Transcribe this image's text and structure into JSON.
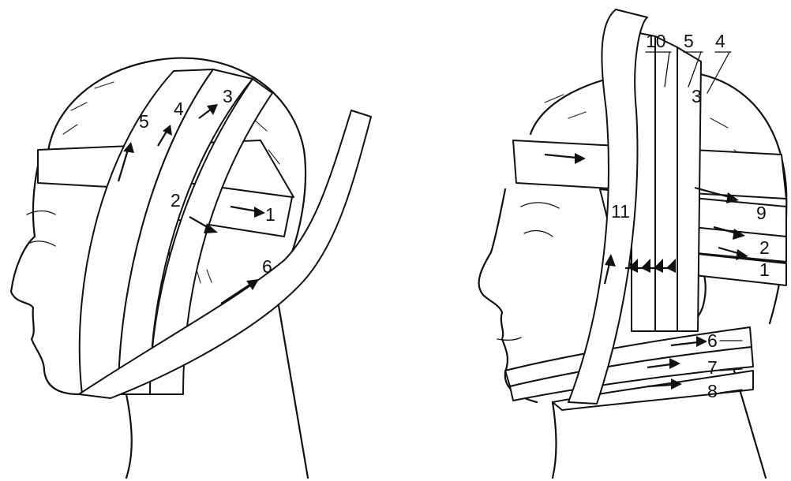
{
  "figures": [
    {
      "id": "left-figure",
      "labels": [
        "1",
        "2",
        "3",
        "4",
        "5",
        "6"
      ]
    },
    {
      "id": "right-figure",
      "labels": [
        "10",
        "5",
        "4",
        "3",
        "9",
        "2",
        "1",
        "11",
        "6",
        "7",
        "8"
      ]
    }
  ]
}
